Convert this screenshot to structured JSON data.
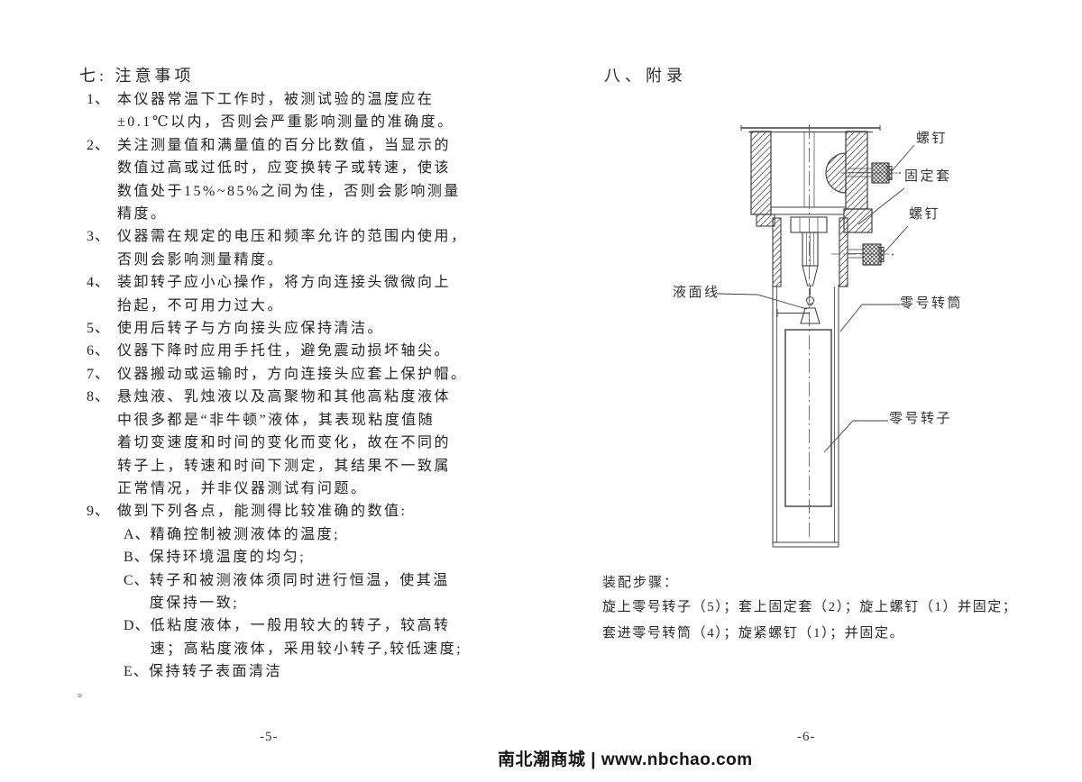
{
  "page": {
    "left": {
      "title": "七: 注意事项",
      "items": [
        {
          "num": "1、",
          "lines": [
            "本仪器常温下工作时，被测试验的温度应在",
            "±0.1℃以内，否则会严重影响测量的准确度。"
          ]
        },
        {
          "num": "2、",
          "lines": [
            "关注测量值和满量值的百分比数值，当显示的",
            "数值过高或过低时，应变换转子或转速，使该",
            "数值处于15%~85%之间为佳，否则会影响测量",
            "精度。"
          ]
        },
        {
          "num": "3、",
          "lines": [
            "仪器需在规定的电压和频率允许的范围内使用，",
            "否则会影响测量精度。"
          ]
        },
        {
          "num": "4、",
          "lines": [
            "装卸转子应小心操作，将方向连接头微微向上",
            "抬起，不可用力过大。"
          ]
        },
        {
          "num": "5、",
          "lines": [
            "使用后转子与方向接头应保持清洁。"
          ]
        },
        {
          "num": "6、",
          "lines": [
            "仪器下降时应用手托住，避免震动损坏轴尖。"
          ]
        },
        {
          "num": "7、",
          "lines": [
            "仪器搬动或运输时，方向连接头应套上保护帽。"
          ]
        },
        {
          "num": "8、",
          "lines": [
            "悬烛液、乳烛液以及高聚物和其他高粘度液体",
            "中很多都是“非牛顿”液体，其表现粘度值随",
            "着切变速度和时间的变化而变化，故在不同的",
            "转子上，转速和时间下测定，其结果不一致属",
            "正常情况，并非仪器测试有问题。"
          ]
        },
        {
          "num": "9、",
          "lines": [
            "做到下列各点，能测得比较准确的数值:"
          ]
        }
      ],
      "subitems": [
        {
          "num": "A、",
          "lines": [
            "精确控制被测液体的温度;"
          ]
        },
        {
          "num": "B、",
          "lines": [
            "保持环境温度的均匀;"
          ]
        },
        {
          "num": "C、",
          "lines": [
            "转子和被测液体须同时进行恒温，使其温",
            "度保持一致;"
          ]
        },
        {
          "num": "D、",
          "lines": [
            "低粘度液体，一般用较大的转子，较高转",
            "速；高粘度液体，采用较小转子,较低速度;"
          ]
        },
        {
          "num": "E、",
          "lines": [
            "保持转子表面清洁"
          ]
        }
      ],
      "footnote": "。",
      "page_number": "-5-"
    },
    "right": {
      "title": "八、附录",
      "diagram_labels": {
        "screw_top": "螺钉",
        "fixing_sleeve": "固定套",
        "screw_bottom": "螺钉",
        "liquid_level_line": "液面线",
        "zero_cylinder": "零号转筒",
        "zero_rotor": "零号转子"
      },
      "assembly": {
        "heading": "装配步骤：",
        "steps": [
          "旋上零号转子（5）；套上固定套（2）；旋上螺钉（1）并固定；",
          "套进零号转筒（4）；旋紧螺钉（1）；并固定。"
        ]
      },
      "page_number": "-6-"
    },
    "watermark": "南北潮商城 | www.nbchao.com",
    "colors": {
      "ink": "#242424",
      "paper": "#ffffff",
      "line": "#3f3f3f"
    }
  }
}
